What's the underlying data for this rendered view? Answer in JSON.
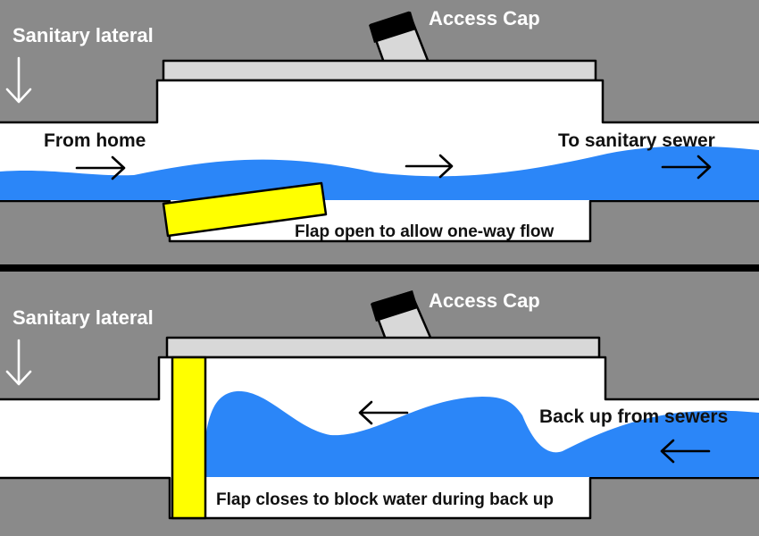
{
  "colors": {
    "background": "#8a8a8a",
    "pipe": "#ffffff",
    "water": "#2b86f8",
    "flap": "#ffff00",
    "cap_body": "#d8d8d8",
    "cap_top": "#000000",
    "divider": "#000000"
  },
  "top": {
    "lateral_label": "Sanitary lateral",
    "cap_label": "Access Cap",
    "from_label": "From home",
    "to_label": "To sanitary sewer",
    "flap_label": "Flap open to allow one-way flow"
  },
  "bottom": {
    "lateral_label": "Sanitary lateral",
    "cap_label": "Access Cap",
    "backup_label": "Back up from sewers",
    "flap_label": "Flap closes to block water during back up"
  },
  "icons": {
    "down_arrow": "arrow-down-icon",
    "right_arrow": "arrow-right-icon",
    "left_arrow": "arrow-left-icon"
  }
}
